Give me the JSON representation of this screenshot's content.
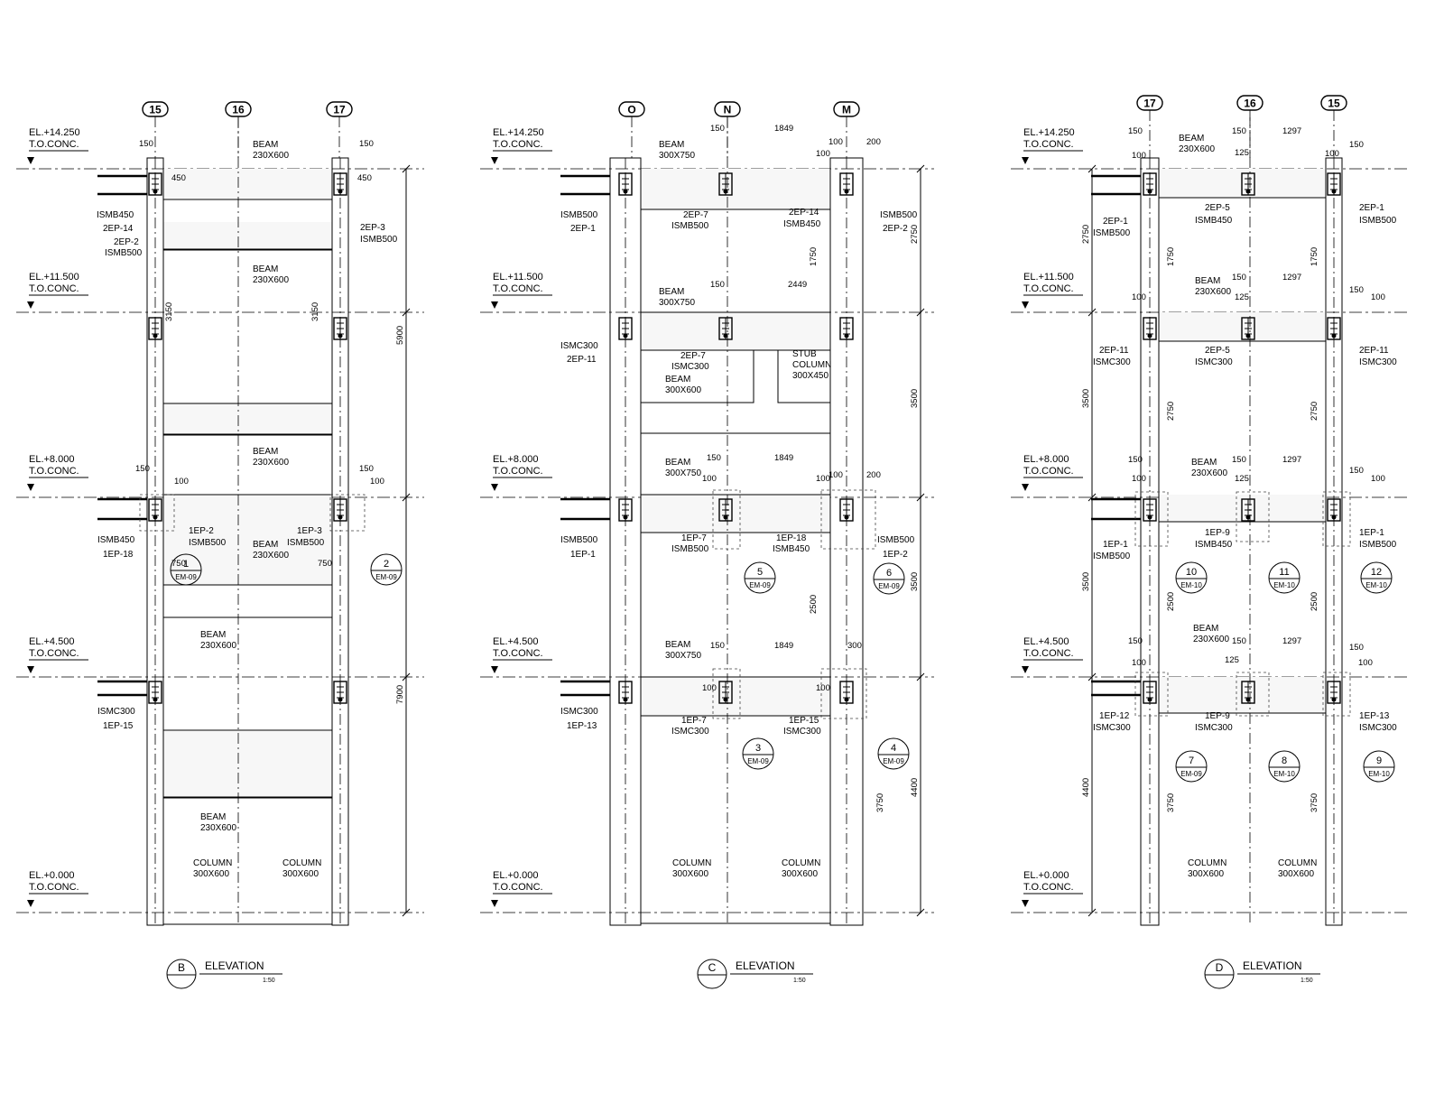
{
  "elevation_labels": [
    {
      "el": "EL.+14.250",
      "sub": "T.O.CONC."
    },
    {
      "el": "EL.+11.500",
      "sub": "T.O.CONC."
    },
    {
      "el": "EL.+8.000",
      "sub": "T.O.CONC."
    },
    {
      "el": "EL.+4.500",
      "sub": "T.O.CONC."
    },
    {
      "el": "EL.+0.000",
      "sub": "T.O.CONC."
    }
  ],
  "panels": [
    {
      "id": "B",
      "title_letter": "B",
      "title": "ELEVATION",
      "scale": "1:50",
      "grids": [
        "15",
        "16",
        "17"
      ],
      "texts": [
        [
          "150",
          154,
          162
        ],
        [
          "150",
          398,
          162
        ],
        [
          "BEAM",
          280,
          163
        ],
        [
          "230X600",
          280,
          175
        ],
        [
          "450",
          190,
          200
        ],
        [
          "450",
          396,
          200
        ],
        [
          "ISMB450",
          107,
          241
        ],
        [
          "2EP-14",
          114,
          256
        ],
        [
          "2EP-2",
          126,
          271
        ],
        [
          "ISMB500",
          116,
          283
        ],
        [
          "2EP-3",
          399,
          255
        ],
        [
          "ISMB500",
          399,
          268
        ],
        [
          "BEAM",
          280,
          301
        ],
        [
          "230X600",
          280,
          313
        ],
        [
          "3150",
          190,
          356
        ],
        [
          "3150",
          352,
          356
        ],
        [
          "5900",
          446,
          382
        ],
        [
          "BEAM",
          280,
          503
        ],
        [
          "230X600",
          280,
          515
        ],
        [
          "150",
          150,
          522
        ],
        [
          "100",
          193,
          536
        ],
        [
          "150",
          398,
          522
        ],
        [
          "100",
          410,
          536
        ],
        [
          "1EP-2",
          209,
          591
        ],
        [
          "ISMB500",
          209,
          604
        ],
        [
          "1EP-3",
          329,
          591
        ],
        [
          "ISMB500",
          318,
          604
        ],
        [
          "ISMB450",
          108,
          601
        ],
        [
          "1EP-18",
          114,
          617
        ],
        [
          "BEAM",
          280,
          606
        ],
        [
          "230X600",
          280,
          618
        ],
        [
          "750",
          190,
          627
        ],
        [
          "750",
          352,
          627
        ],
        [
          "BEAM",
          222,
          706
        ],
        [
          "230X600",
          222,
          718
        ],
        [
          "7900",
          446,
          780
        ],
        [
          "ISMC300",
          108,
          791
        ],
        [
          "1EP-15",
          114,
          807
        ],
        [
          "BEAM",
          222,
          908
        ],
        [
          "230X600",
          222,
          920
        ],
        [
          "COLUMN",
          214,
          959
        ],
        [
          "300X600",
          214,
          971
        ],
        [
          "COLUMN",
          313,
          959
        ],
        [
          "300X600",
          313,
          971
        ]
      ],
      "callouts": [
        {
          "num": "1",
          "ref": "EM-09"
        },
        {
          "num": "2",
          "ref": "EM-09"
        }
      ]
    },
    {
      "id": "C",
      "title_letter": "C",
      "title": "ELEVATION",
      "scale": "1:50",
      "grids": [
        "O",
        "N",
        "M"
      ],
      "texts": [
        [
          "BEAM",
          730,
          163
        ],
        [
          "300X750",
          730,
          175
        ],
        [
          "150",
          787,
          145
        ],
        [
          "1849",
          858,
          145
        ],
        [
          "100",
          918,
          160
        ],
        [
          "200",
          960,
          160
        ],
        [
          "100",
          904,
          173
        ],
        [
          "ISMB500",
          621,
          241
        ],
        [
          "2EP-1",
          632,
          256
        ],
        [
          "2EP-7",
          757,
          241
        ],
        [
          "ISMB500",
          744,
          253
        ],
        [
          "2EP-14",
          874,
          238
        ],
        [
          "ISMB450",
          868,
          251
        ],
        [
          "ISMB500",
          975,
          241
        ],
        [
          "2EP-2",
          978,
          256
        ],
        [
          "2750",
          1016,
          270
        ],
        [
          "1750",
          904,
          295
        ],
        [
          "BEAM",
          730,
          326
        ],
        [
          "300X750",
          730,
          338
        ],
        [
          "150",
          787,
          318
        ],
        [
          "2449",
          873,
          318
        ],
        [
          "ISMC300",
          621,
          386
        ],
        [
          "2EP-11",
          628,
          401
        ],
        [
          "2EP-7",
          754,
          397
        ],
        [
          "ISMC300",
          744,
          409
        ],
        [
          "STUB",
          878,
          395
        ],
        [
          "COLUMN",
          878,
          407
        ],
        [
          "300X450",
          878,
          419
        ],
        [
          "BEAM",
          737,
          423
        ],
        [
          "300X600",
          737,
          435
        ],
        [
          "3500",
          1016,
          452
        ],
        [
          "BEAM",
          737,
          515
        ],
        [
          "300X750",
          737,
          527
        ],
        [
          "150",
          783,
          510
        ],
        [
          "1849",
          858,
          510
        ],
        [
          "100",
          918,
          529
        ],
        [
          "200",
          960,
          529
        ],
        [
          "100",
          778,
          533
        ],
        [
          "100",
          904,
          533
        ],
        [
          "ISMB500",
          621,
          601
        ],
        [
          "1EP-1",
          632,
          617
        ],
        [
          "1EP-7",
          755,
          599
        ],
        [
          "ISMB500",
          744,
          611
        ],
        [
          "1EP-18",
          860,
          599
        ],
        [
          "ISMB450",
          856,
          611
        ],
        [
          "ISMB500",
          972,
          601
        ],
        [
          "1EP-2",
          978,
          617
        ],
        [
          "3500",
          1016,
          655
        ],
        [
          "2500",
          904,
          680
        ],
        [
          "BEAM",
          737,
          717
        ],
        [
          "300X750",
          737,
          729
        ],
        [
          "150",
          787,
          718
        ],
        [
          "1849",
          858,
          718
        ],
        [
          "300",
          939,
          718
        ],
        [
          "100",
          778,
          765
        ],
        [
          "100",
          904,
          765
        ],
        [
          "ISMC300",
          621,
          791
        ],
        [
          "1EP-13",
          628,
          807
        ],
        [
          "1EP-7",
          755,
          801
        ],
        [
          "ISMC300",
          744,
          813
        ],
        [
          "1EP-15",
          874,
          801
        ],
        [
          "ISMC300",
          868,
          813
        ],
        [
          "3750",
          978,
          900
        ],
        [
          "4400",
          1016,
          883
        ],
        [
          "COLUMN",
          745,
          959
        ],
        [
          "300X600",
          745,
          971
        ],
        [
          "COLUMN",
          866,
          959
        ],
        [
          "300X600",
          866,
          971
        ]
      ],
      "callouts": [
        {
          "num": "5",
          "ref": "EM-09"
        },
        {
          "num": "6",
          "ref": "EM-09"
        },
        {
          "num": "3",
          "ref": "EM-09"
        },
        {
          "num": "4",
          "ref": "EM-09"
        }
      ]
    },
    {
      "id": "D",
      "title_letter": "D",
      "title": "ELEVATION",
      "scale": "1:50",
      "grids": [
        "17",
        "16",
        "15"
      ],
      "texts": [
        [
          "150",
          1250,
          148
        ],
        [
          "BEAM",
          1306,
          156
        ],
        [
          "230X600",
          1306,
          168
        ],
        [
          "150",
          1365,
          148
        ],
        [
          "1297",
          1421,
          148
        ],
        [
          "150",
          1495,
          163
        ],
        [
          "100",
          1254,
          175
        ],
        [
          "125",
          1368,
          172
        ],
        [
          "100",
          1468,
          173
        ],
        [
          "2EP-1",
          1222,
          248
        ],
        [
          "ISMB500",
          1211,
          261
        ],
        [
          "2EP-5",
          1335,
          233
        ],
        [
          "ISMB450",
          1324,
          247
        ],
        [
          "2EP-1",
          1506,
          233
        ],
        [
          "ISMB500",
          1506,
          247
        ],
        [
          "2750",
          1206,
          270
        ],
        [
          "1750",
          1300,
          295
        ],
        [
          "1750",
          1459,
          295
        ],
        [
          "BEAM",
          1324,
          314
        ],
        [
          "230X600",
          1324,
          326
        ],
        [
          "150",
          1365,
          310
        ],
        [
          "1297",
          1421,
          310
        ],
        [
          "150",
          1495,
          324
        ],
        [
          "100",
          1254,
          332
        ],
        [
          "125",
          1368,
          332
        ],
        [
          "100",
          1519,
          332
        ],
        [
          "2EP-11",
          1218,
          391
        ],
        [
          "ISMC300",
          1211,
          404
        ],
        [
          "2EP-5",
          1335,
          391
        ],
        [
          "ISMC300",
          1324,
          404
        ],
        [
          "2EP-11",
          1506,
          391
        ],
        [
          "ISMC300",
          1506,
          404
        ],
        [
          "3500",
          1206,
          452
        ],
        [
          "2750",
          1300,
          466
        ],
        [
          "2750",
          1459,
          466
        ],
        [
          "150",
          1250,
          512
        ],
        [
          "BEAM",
          1320,
          515
        ],
        [
          "230X600",
          1320,
          527
        ],
        [
          "150",
          1365,
          512
        ],
        [
          "1297",
          1421,
          512
        ],
        [
          "150",
          1495,
          524
        ],
        [
          "100",
          1254,
          533
        ],
        [
          "125",
          1368,
          533
        ],
        [
          "100",
          1519,
          533
        ],
        [
          "1EP-1",
          1222,
          606
        ],
        [
          "ISMB500",
          1211,
          619
        ],
        [
          "1EP-9",
          1335,
          593
        ],
        [
          "ISMB450",
          1324,
          606
        ],
        [
          "1EP-1",
          1506,
          593
        ],
        [
          "ISMB500",
          1506,
          606
        ],
        [
          "3500",
          1206,
          655
        ],
        [
          "2500",
          1300,
          677
        ],
        [
          "2500",
          1459,
          677
        ],
        [
          "BEAM",
          1322,
          699
        ],
        [
          "230X600",
          1322,
          711
        ],
        [
          "150",
          1250,
          713
        ],
        [
          "150",
          1365,
          713
        ],
        [
          "1297",
          1421,
          713
        ],
        [
          "150",
          1495,
          720
        ],
        [
          "100",
          1254,
          737
        ],
        [
          "125",
          1357,
          734
        ],
        [
          "100",
          1505,
          737
        ],
        [
          "1EP-12",
          1218,
          796
        ],
        [
          "ISMC300",
          1211,
          809
        ],
        [
          "1EP-9",
          1335,
          796
        ],
        [
          "ISMC300",
          1324,
          809
        ],
        [
          "1EP-13",
          1506,
          796
        ],
        [
          "ISMC300",
          1506,
          809
        ],
        [
          "4400",
          1206,
          883
        ],
        [
          "3750",
          1300,
          900
        ],
        [
          "3750",
          1459,
          900
        ],
        [
          "COLUMN",
          1316,
          959
        ],
        [
          "300X600",
          1316,
          971
        ],
        [
          "COLUMN",
          1416,
          959
        ],
        [
          "300X600",
          1416,
          971
        ]
      ],
      "callouts": [
        {
          "num": "10",
          "ref": "EM-10"
        },
        {
          "num": "11",
          "ref": "EM-10"
        },
        {
          "num": "12",
          "ref": "EM-10"
        },
        {
          "num": "7",
          "ref": "EM-09"
        },
        {
          "num": "8",
          "ref": "EM-10"
        },
        {
          "num": "9",
          "ref": "EM-10"
        }
      ]
    }
  ]
}
